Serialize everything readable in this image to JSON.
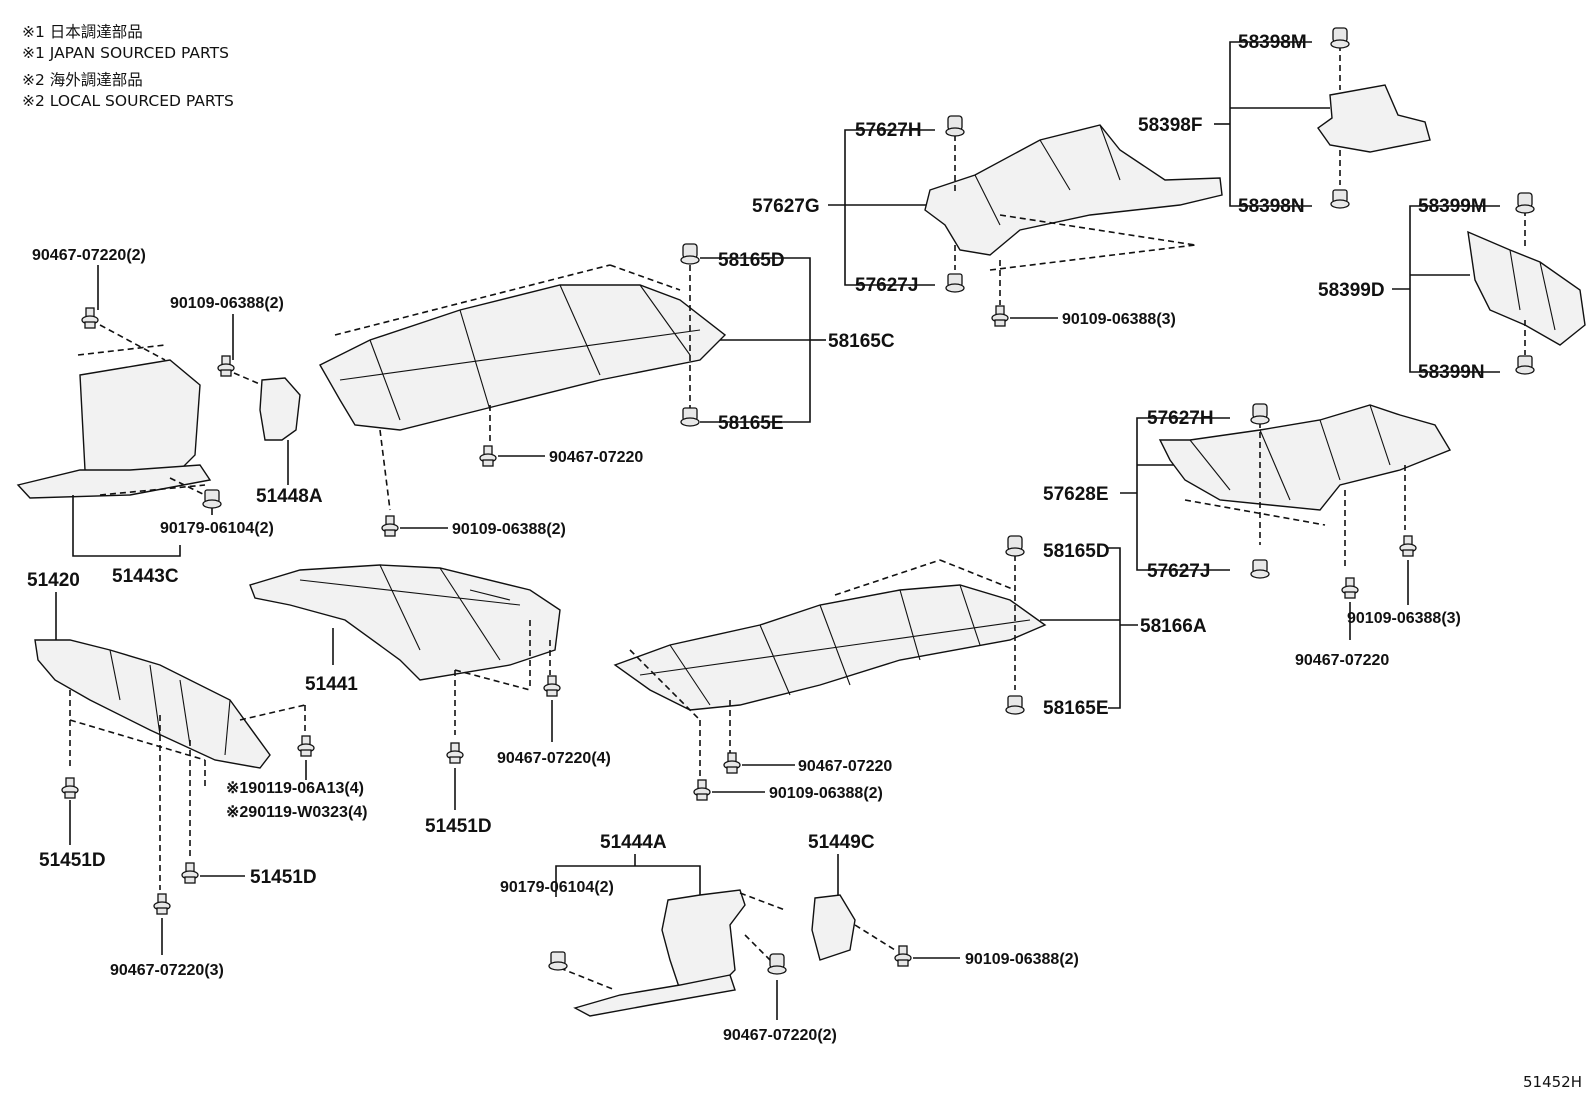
{
  "notes": [
    "※1 日本調達部品",
    "※1 JAPAN SOURCED PARTS",
    "※2 海外調達部品",
    "※2 LOCAL SOURCED PARTS"
  ],
  "figure_id": "51452H",
  "parts": {
    "p58398M": "58398M",
    "p58398F": "58398F",
    "p58398N": "58398N",
    "p57627H_top": "57627H",
    "p57627G": "57627G",
    "p57627J_top": "57627J",
    "p90109_06388_3_top": "90109-06388(3)",
    "p58399M": "58399M",
    "p58399D": "58399D",
    "p58399N": "58399N",
    "p90467_07220_2_left": "90467-07220(2)",
    "p90109_06388_2_left": "90109-06388(2)",
    "p58165D_top": "58165D",
    "p58165C": "58165C",
    "p58165E_top": "58165E",
    "p90467_07220_mid": "90467-07220",
    "p51448A": "51448A",
    "p90179_06104_2_left": "90179-06104(2)",
    "p90109_06388_2_mid": "90109-06388(2)",
    "p51443C": "51443C",
    "p51420": "51420",
    "p51441": "51441",
    "p57627H_right": "57627H",
    "p57628E": "57628E",
    "p57627J_right": "57627J",
    "p58165D_right": "58165D",
    "p58166A": "58166A",
    "p58165E_right": "58165E",
    "p90109_06388_3_right": "90109-06388(3)",
    "p90467_07220_right": "90467-07220",
    "p90467_07220_4": "90467-07220(4)",
    "p51451D_mid": "51451D",
    "p90467_07220_lower": "90467-07220",
    "p90109_06388_2_lower": "90109-06388(2)",
    "p190119": "※190119-06A13(4)",
    "p290119": "※290119-W0323(4)",
    "p51451D_left": "51451D",
    "p51451D_left2": "51451D",
    "p90467_07220_3": "90467-07220(3)",
    "p51444A": "51444A",
    "p90179_06104_2_bottom": "90179-06104(2)",
    "p90467_07220_2_bottom": "90467-07220(2)",
    "p51449C": "51449C",
    "p90109_06388_2_bottom": "90109-06388(2)"
  }
}
